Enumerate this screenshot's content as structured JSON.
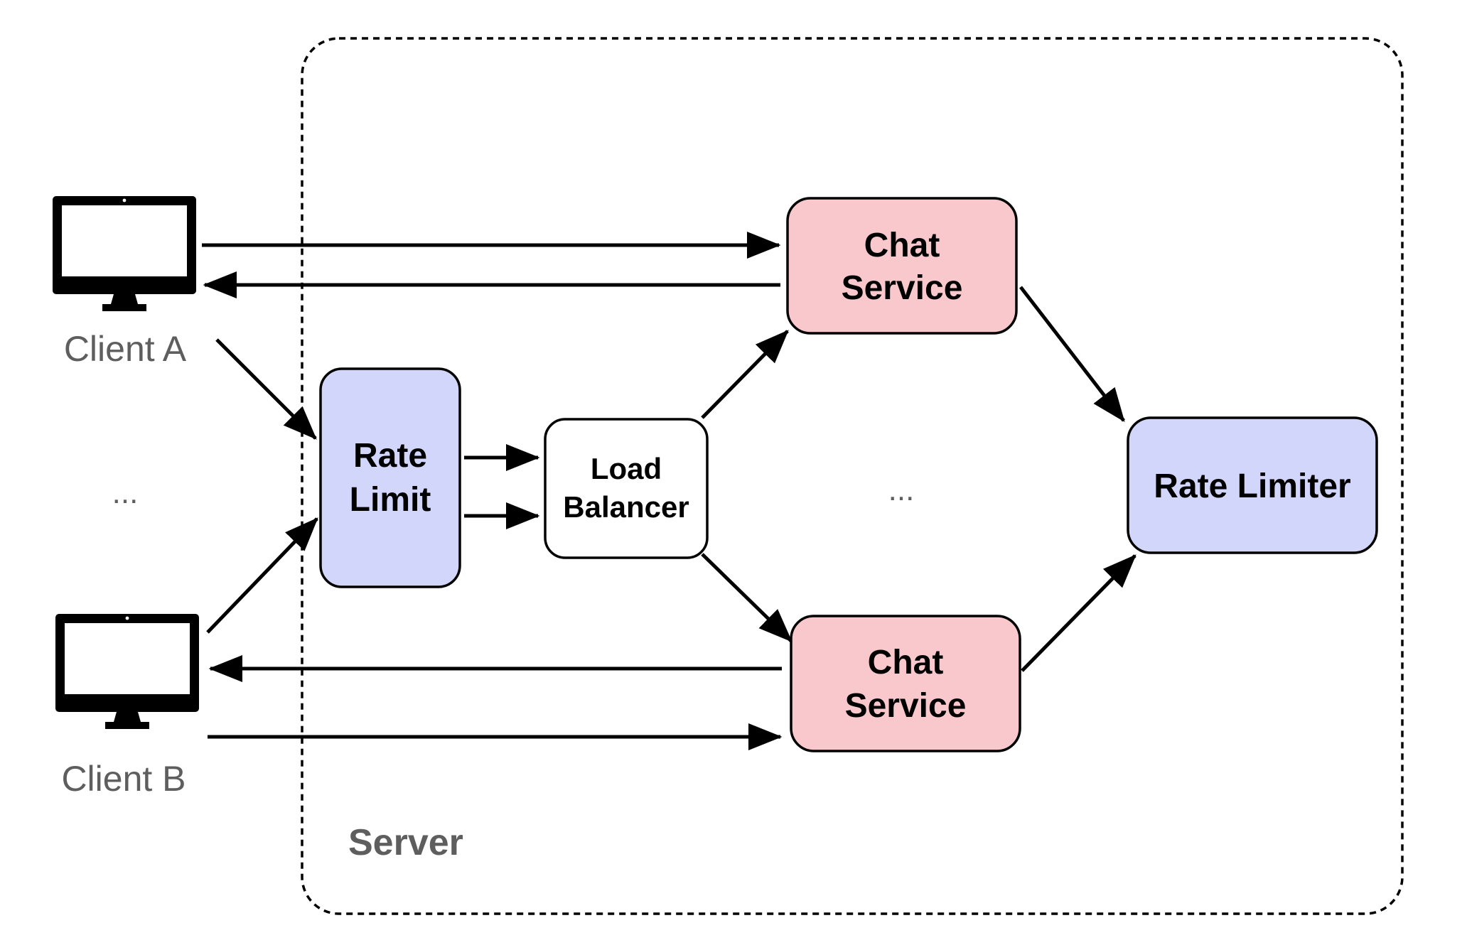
{
  "server": {
    "label": "Server"
  },
  "clients": {
    "a": {
      "label": "Client A",
      "icon": "monitor-icon"
    },
    "b": {
      "label": "Client B",
      "icon": "monitor-icon"
    },
    "ellipsis": "..."
  },
  "rate_limit": {
    "line1": "Rate",
    "line2": "Limit"
  },
  "load_balancer": {
    "line1": "Load",
    "line2": "Balancer"
  },
  "chat_service_top": {
    "line1": "Chat",
    "line2": "Service"
  },
  "chat_service_bottom": {
    "line1": "Chat",
    "line2": "Service"
  },
  "services_ellipsis": "...",
  "rate_limiter": {
    "label": "Rate Limiter"
  },
  "colors": {
    "rate_box_fill": "#d3d6fb",
    "chat_box_fill": "#f8c8cc",
    "load_balancer_fill": "#ffffff",
    "stroke": "#000000",
    "secondary_text": "#5e5e5e"
  }
}
